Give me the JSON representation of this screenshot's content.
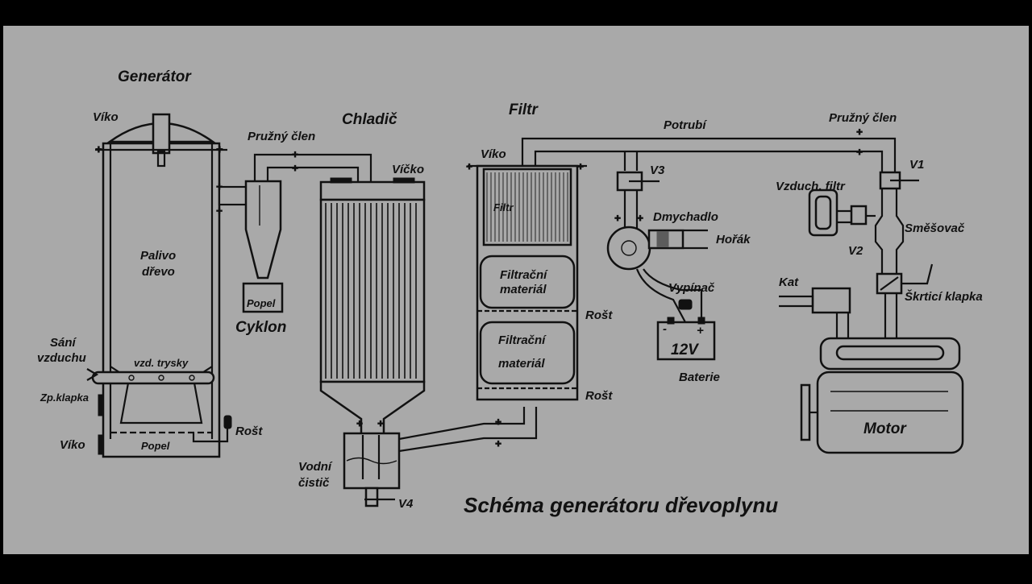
{
  "colors": {
    "background": "#a9a9a9",
    "frame": "#000000",
    "ink": "#111111"
  },
  "title": "Schéma  generátoru dřevoplynu",
  "generator": {
    "heading": "Generátor",
    "lid": "Víko",
    "fuel_line1": "Palivo",
    "fuel_line2": "dřevo",
    "air_intake_line1": "Sání",
    "air_intake_line2": "vzduchu",
    "nozzles": "vzd. trysky",
    "check_valve": "Zp.klapka",
    "bottom_lid": "Víko",
    "ash": "Popel",
    "grate": "Rošt"
  },
  "cyclone": {
    "label": "Cyklon",
    "ash": "Popel",
    "flex_joint": "Pružný člen"
  },
  "cooler": {
    "heading": "Chladič",
    "lid": "Víčko",
    "water_cleaner_line1": "Vodní",
    "water_cleaner_line2": "čistič",
    "valve": "V4"
  },
  "filter": {
    "heading": "Filtr",
    "lid": "Víko",
    "cartridge": "Filtr",
    "media1_line1": "Filtrační",
    "media1_line2": "materiál",
    "media2_line1": "Filtrační",
    "media2_line2": "materiál",
    "grate1": "Rošt",
    "grate2": "Rošt"
  },
  "piping": {
    "pipe": "Potrubí",
    "flex_joint": "Pružný člen"
  },
  "blower": {
    "valve": "V3",
    "blower": "Dmychadlo",
    "burner": "Hořák",
    "switch": "Vypínač",
    "battery_voltage": "12V",
    "battery": "Baterie",
    "plus": "+",
    "minus": "-"
  },
  "engine": {
    "valve1": "V1",
    "air_filter": "Vzduch. filtr",
    "mixer": "Směšovač",
    "valve2": "V2",
    "throttle": "Škrticí klapka",
    "catalyst": "Kat",
    "motor": "Motor"
  }
}
